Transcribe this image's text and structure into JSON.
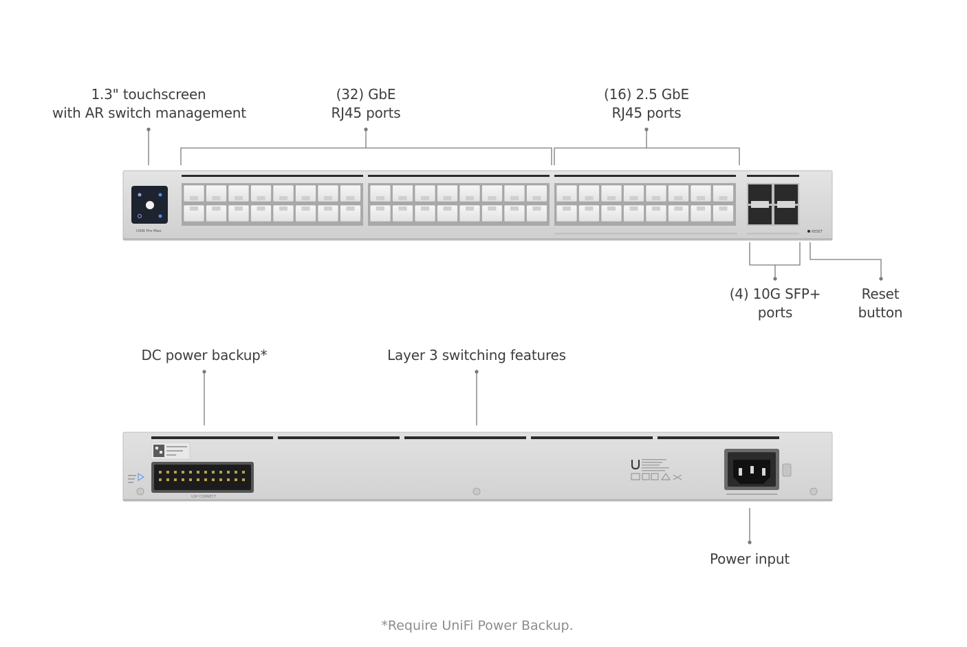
{
  "front_callouts": {
    "touchscreen": {
      "line1": "1.3\" touchscreen",
      "line2": "with AR switch management"
    },
    "gbe_ports": {
      "line1": "(32) GbE",
      "line2": "RJ45 ports"
    },
    "mgbe_ports": {
      "line1": "(16) 2.5 GbE",
      "line2": "RJ45 ports"
    },
    "sfp_ports": {
      "line1": "(4) 10G SFP+",
      "line2": "ports"
    },
    "reset": {
      "line1": "Reset",
      "line2": "button"
    }
  },
  "rear_callouts": {
    "dc_backup": "DC power backup*",
    "layer3": "Layer 3 switching features",
    "power_input": "Power input"
  },
  "front_panel": {
    "model_label": "USW Pro Max",
    "reset_label": "RESET"
  },
  "rear_panel": {
    "connector_label": "USP CONNECT"
  },
  "footnote": "*Require UniFi Power Backup.",
  "colors": {
    "chassis": "#d9d9d9",
    "chassis_edge": "#bdbdbd",
    "leader_line": "#7a7a7a",
    "text": "#3d3d3d",
    "footnote": "#8c8c8c"
  }
}
